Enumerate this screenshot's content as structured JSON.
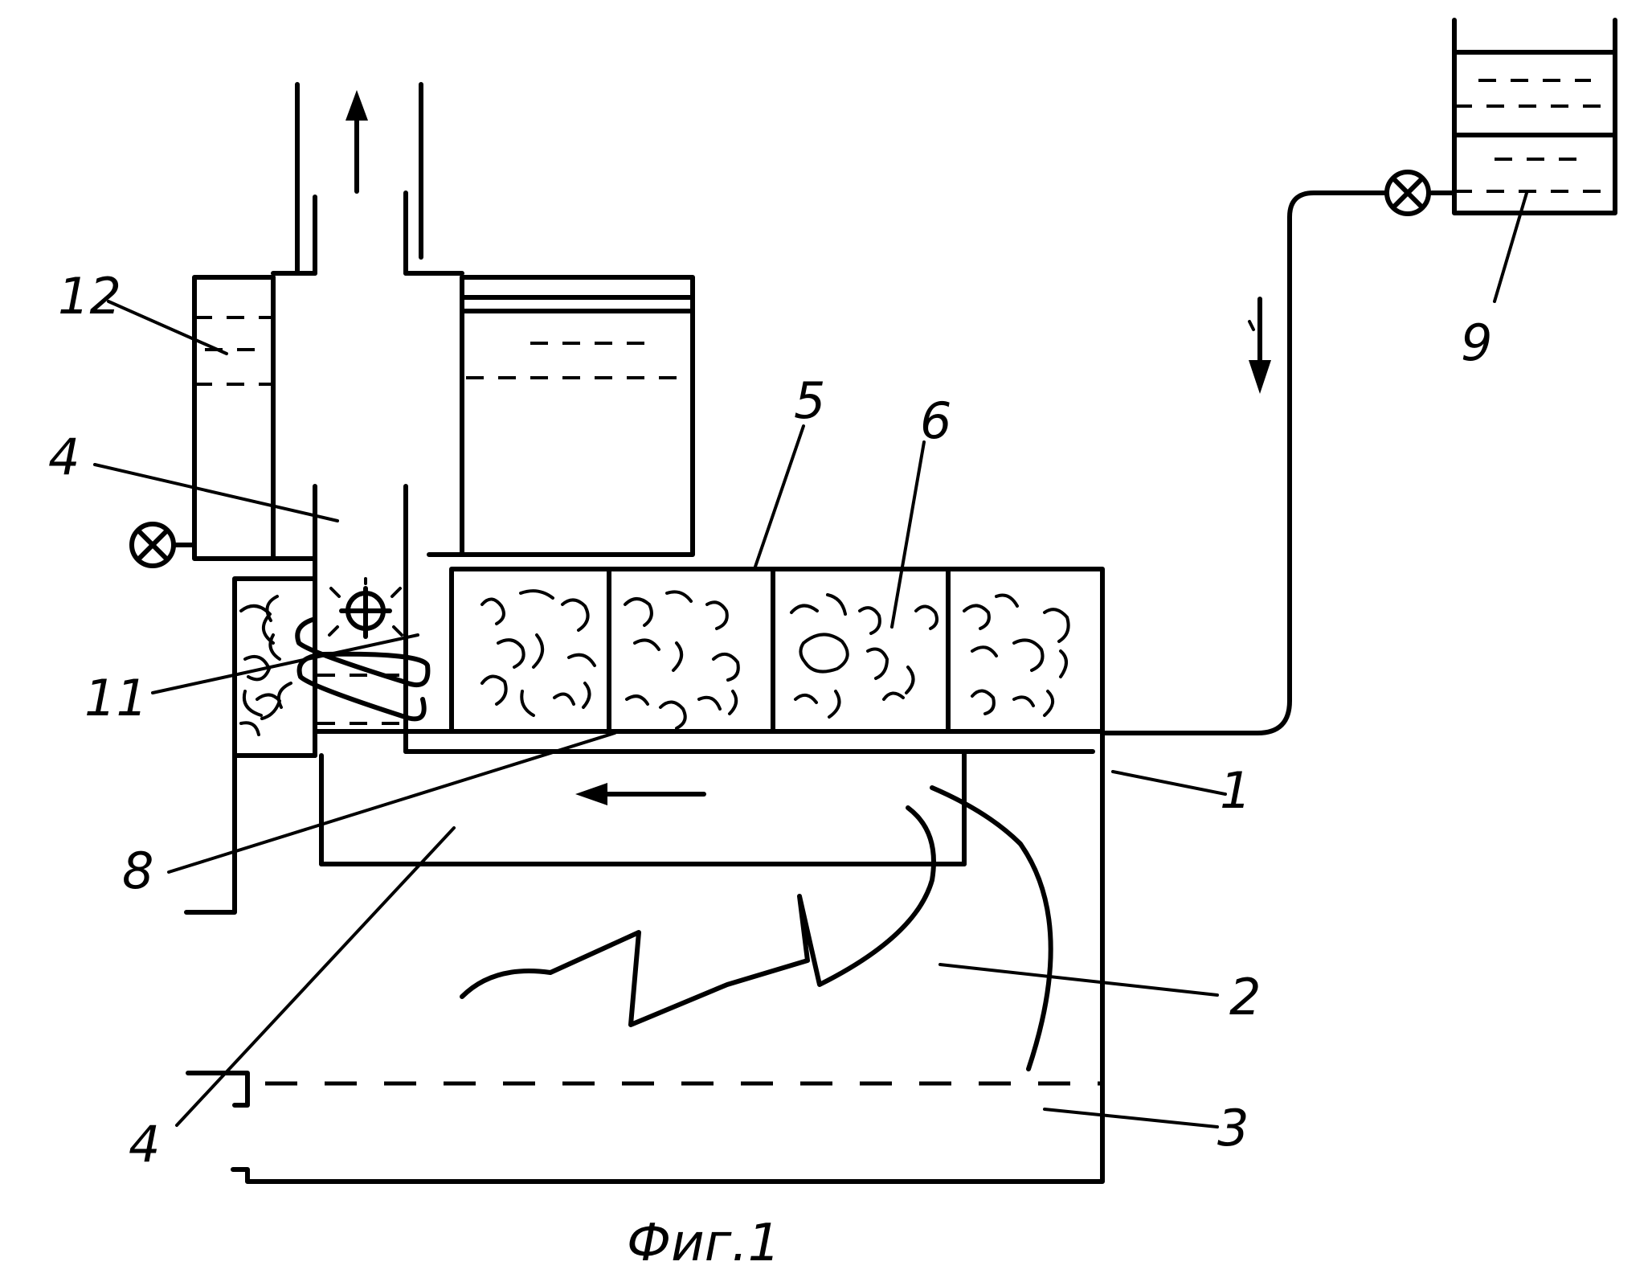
{
  "labels": {
    "l1": "1",
    "l2": "2",
    "l3": "3",
    "l4_top": "4",
    "l4_bottom": "4",
    "l5": "5",
    "l6": "6",
    "l8": "8",
    "l9": "9",
    "l11": "11",
    "l12": "12"
  },
  "caption": "Фиг.1",
  "icons": {
    "valve_left": "valve-icon",
    "valve_right": "valve-icon",
    "burner": "burner-icon"
  }
}
